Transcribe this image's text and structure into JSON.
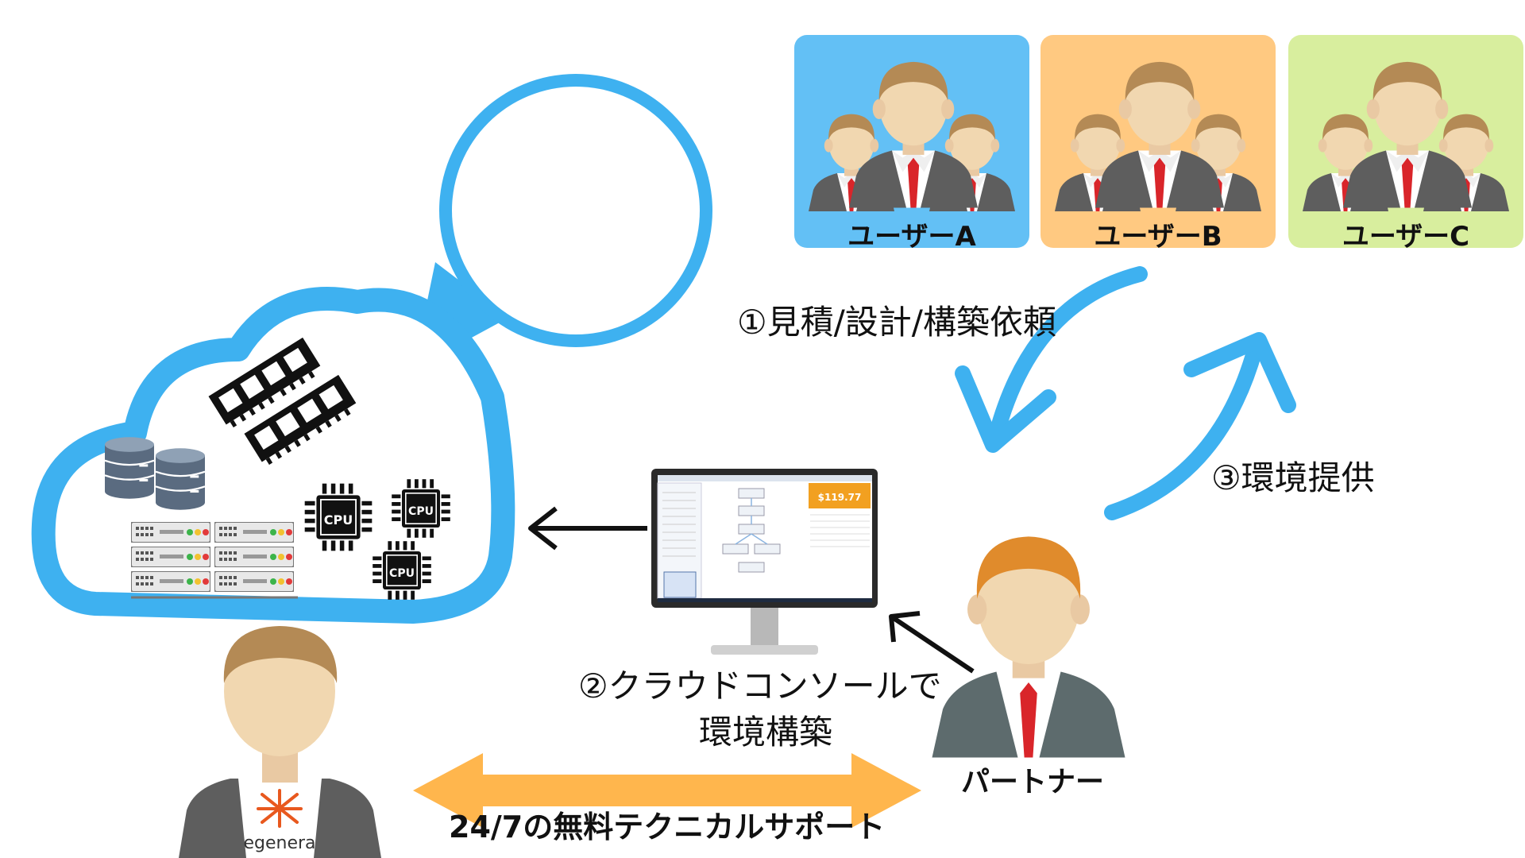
{
  "users": [
    {
      "label": "ユーザーA",
      "color": "#63C0F5"
    },
    {
      "label": "ユーザーB",
      "color": "#FFC981"
    },
    {
      "label": "ユーザーC",
      "color": "#D8EE9E"
    }
  ],
  "steps": {
    "request": "①見積/設計/構築依頼",
    "build_line1": "②クラウドコンソールで",
    "build_line2": "環境構築",
    "provide": "③環境提供"
  },
  "partner": {
    "label": "パートナー"
  },
  "support": {
    "label": "24/7の無料テクニカルサポート"
  },
  "cloud": {
    "chip_label": "CPU"
  },
  "console": {
    "price": "$119.77"
  },
  "egenera": {
    "logo_text": "egenera"
  },
  "colors": {
    "cloud_border": "#3EB1F0",
    "arrow_blue": "#3EB1F0",
    "arrow_orange": "#FFB64D",
    "price_box": "#F2A020"
  }
}
